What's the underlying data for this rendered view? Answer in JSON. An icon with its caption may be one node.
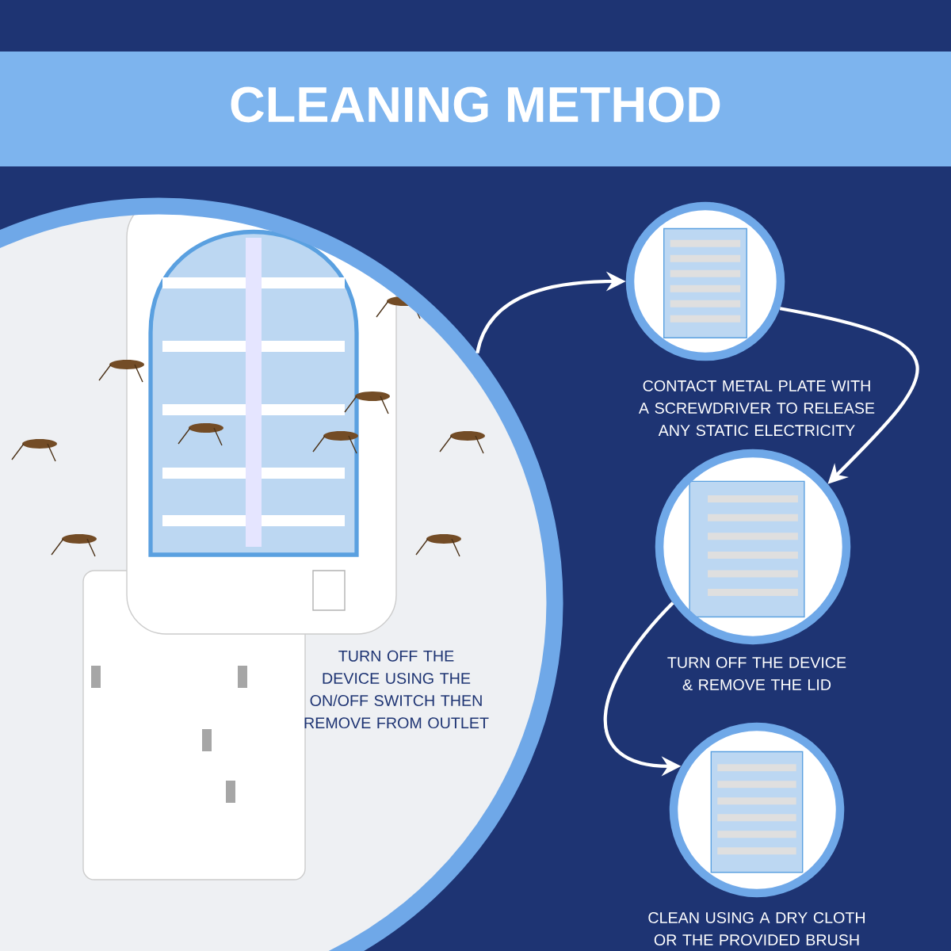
{
  "diagram": {
    "title": "CLEANING METHOD",
    "nodes": [
      {
        "text": [
          "TURN OFF THE DEVICE USING THE ON/OFF SWITCH THEN REMOVE FROM OUTLET"
        ]
      },
      {
        "text": [],
        "shape": "picture",
        "beside": [
          "CONTACT METAL PLATE WITH A SCREWDRIVER TO RELEASE ANY STATIC ELECTRICITY"
        ]
      },
      {
        "text": [],
        "shape": "picture",
        "beside": [
          "TURN OFF THE DEVICE & REMOVE THE LID"
        ]
      },
      {
        "text": [],
        "shape": "picture",
        "beside": [
          "CLEAN USING A DRY CLOTH OR THE PROVIDED BRUSH"
        ]
      }
    ],
    "edges": [
      {
        "from": 0,
        "to": 1,
        "arrow": "to"
      },
      {
        "from": 1,
        "to": 2,
        "arrow": "to"
      },
      {
        "from": 2,
        "to": 3,
        "arrow": "to"
      }
    ]
  }
}
